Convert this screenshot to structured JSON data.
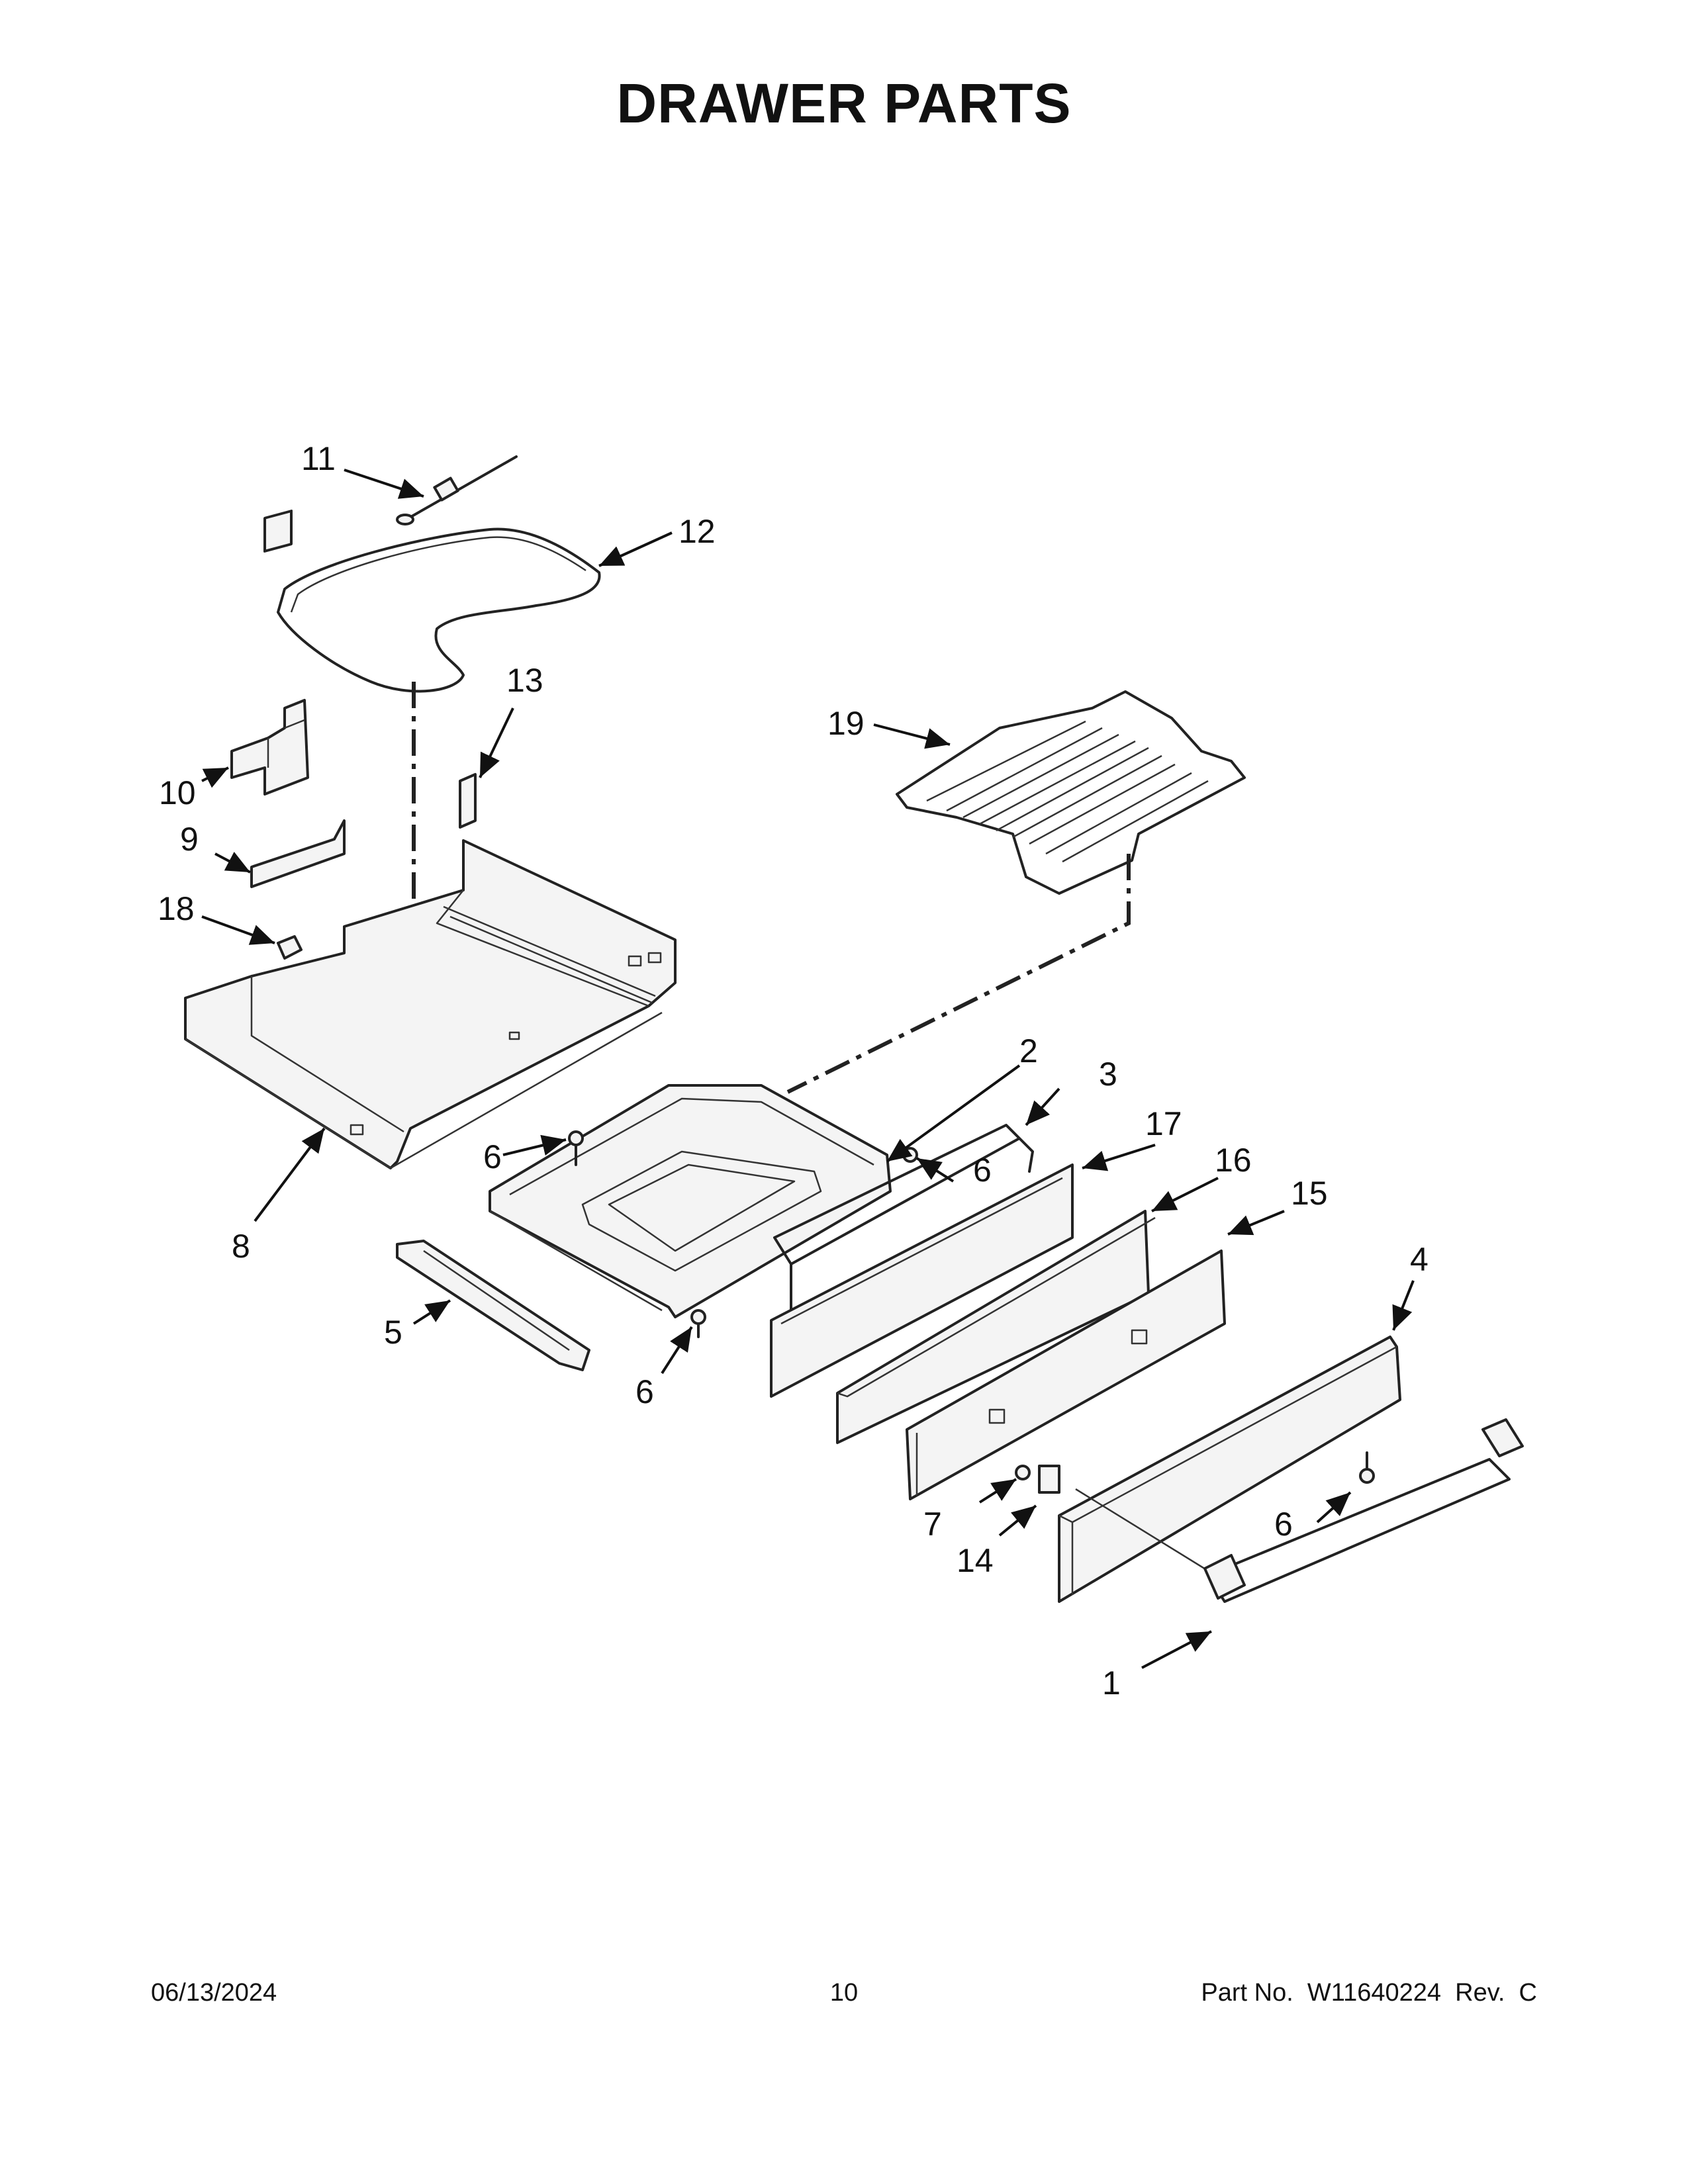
{
  "title": "DRAWER PARTS",
  "footer": {
    "date": "06/13/2024",
    "page": "10",
    "part_number": "Part No.  W11640224  Rev.  C"
  },
  "callouts": {
    "c1": "1",
    "c2": "2",
    "c3": "3",
    "c4": "4",
    "c5": "5",
    "c6a": "6",
    "c6b": "6",
    "c6c": "6",
    "c6d": "6",
    "c7": "7",
    "c8": "8",
    "c9": "9",
    "c10": "10",
    "c11": "11",
    "c12": "12",
    "c13": "13",
    "c14": "14",
    "c15": "15",
    "c16": "16",
    "c17": "17",
    "c18": "18",
    "c19": "19"
  }
}
